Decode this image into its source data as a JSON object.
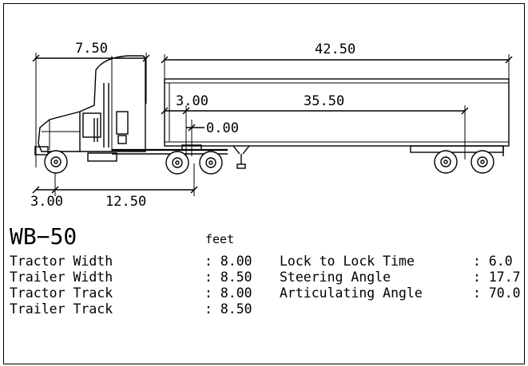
{
  "vehicle": {
    "name": "WB−50",
    "units": "feet"
  },
  "dimensions": {
    "tractor_width_top": "7.50",
    "trailer_length": "42.50",
    "kingpin_offset": "3.00",
    "kingpin_to_axle": "35.50",
    "fifth_wheel_offset": "0.00",
    "front_overhang": "3.00",
    "tractor_wheelbase": "12.50"
  },
  "specs_left": [
    {
      "label": "Tractor Width",
      "value": ": 8.00"
    },
    {
      "label": "Trailer Width",
      "value": ": 8.50"
    },
    {
      "label": "Tractor Track",
      "value": ": 8.00"
    },
    {
      "label": "Trailer Track",
      "value": ": 8.50"
    }
  ],
  "specs_right": [
    {
      "label": "Lock to Lock Time",
      "value": ": 6.0"
    },
    {
      "label": "Steering Angle",
      "value": ": 17.7"
    },
    {
      "label": "Articulating Angle",
      "value": ": 70.0"
    }
  ]
}
